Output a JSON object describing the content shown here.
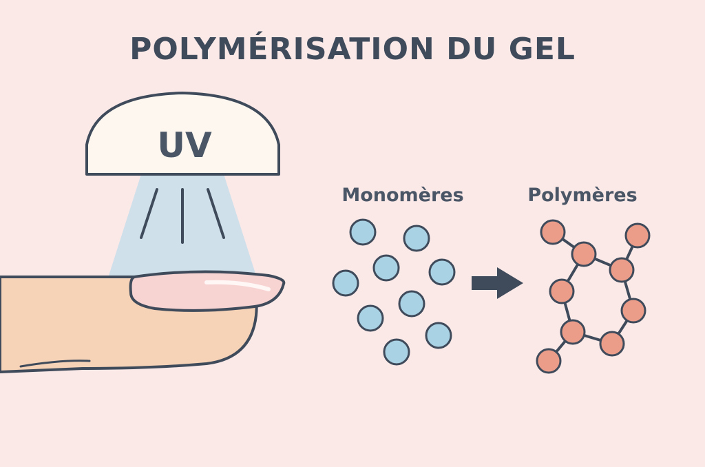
{
  "title": "POLYMÉRISATION DU GEL",
  "lamp": {
    "label": "UV"
  },
  "monomers": {
    "label": "Monomères"
  },
  "polymers": {
    "label": "Polymères"
  },
  "colors": {
    "background": "#fbe9e8",
    "outline": "#3f4b5b",
    "lamp_fill": "#fdf7f0",
    "uv_beam": "#cfe0ea",
    "skin": "#f6d2b7",
    "nail": "#f7d3d2",
    "monomer": "#a9d2e4",
    "polymer": "#eb9d8a"
  }
}
